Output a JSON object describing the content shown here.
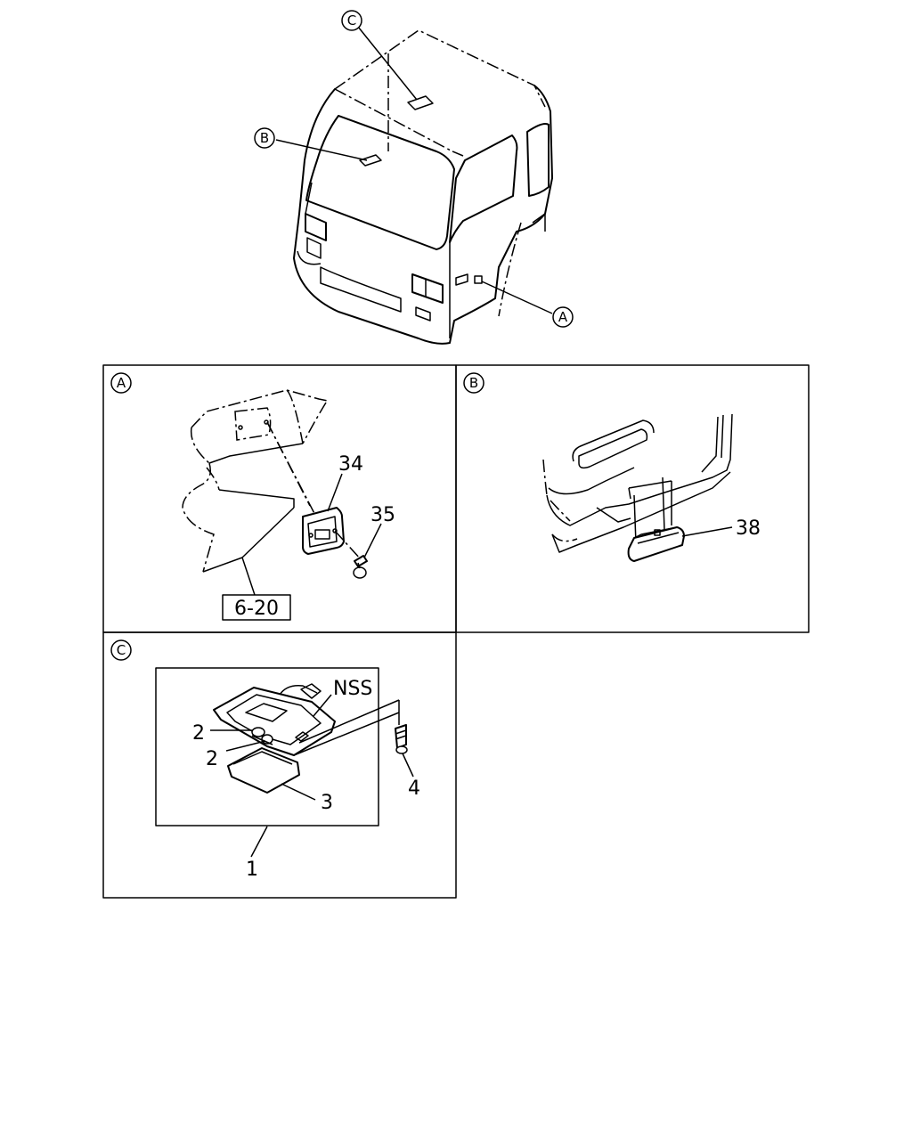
{
  "overview": {
    "callouts": {
      "c": "C",
      "b": "B",
      "a": "A"
    }
  },
  "panel_a": {
    "badge": "A",
    "labels": {
      "p34": "34",
      "p35": "35",
      "ref": "6-20"
    }
  },
  "panel_b": {
    "badge": "B",
    "labels": {
      "p38": "38"
    }
  },
  "panel_c": {
    "badge": "C",
    "labels": {
      "nss": "NSS",
      "p2a": "2",
      "p2b": "2",
      "p3": "3",
      "p4": "4",
      "p1": "1"
    }
  }
}
